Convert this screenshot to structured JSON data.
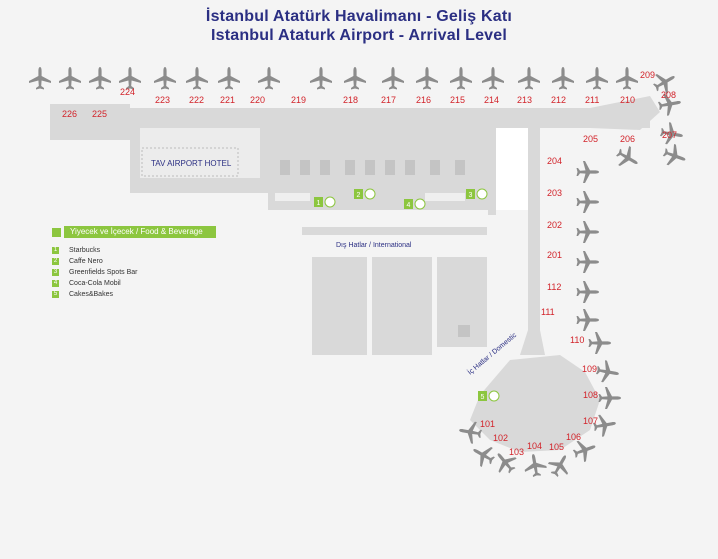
{
  "title_tr": "İstanbul Atatürk Havalimanı - Geliş Katı",
  "title_en": "Istanbul Ataturk Airport - Arrival Level",
  "hotel_label": "TAV AIRPORT HOTEL",
  "international_label": "Dış Hatlar / International",
  "domestic_label": "İç Hatlar / Domestic",
  "legend": {
    "header": "Yiyecek ve İçecek / Food &  Beverage",
    "items": [
      {
        "num": "1",
        "name": "Starbucks"
      },
      {
        "num": "2",
        "name": "Caffe Nero"
      },
      {
        "num": "3",
        "name": "Greenfields Spots Bar"
      },
      {
        "num": "4",
        "name": "Coca-Cola Mobil"
      },
      {
        "num": "5",
        "name": "Cakes&Bakes"
      }
    ]
  },
  "colors": {
    "title": "#2b2f83",
    "gate": "#d2232a",
    "building": "#d9d9d9",
    "plane": "#8c8c8c",
    "accent": "#8cc63f",
    "label": "#2b2f83"
  },
  "gates_top": [
    "226",
    "225",
    "224",
    "223",
    "222",
    "221",
    "220",
    "219",
    "218",
    "217",
    "216",
    "215",
    "214",
    "213",
    "212",
    "211",
    "210",
    "209",
    "208",
    "207",
    "206",
    "205"
  ],
  "gates_pier": [
    "204",
    "203",
    "202",
    "201",
    "112",
    "111"
  ],
  "gates_domestic": [
    "110",
    "109",
    "108",
    "107",
    "106",
    "105",
    "104",
    "103",
    "102",
    "101"
  ],
  "markers": [
    "1",
    "2",
    "3",
    "4",
    "5"
  ]
}
